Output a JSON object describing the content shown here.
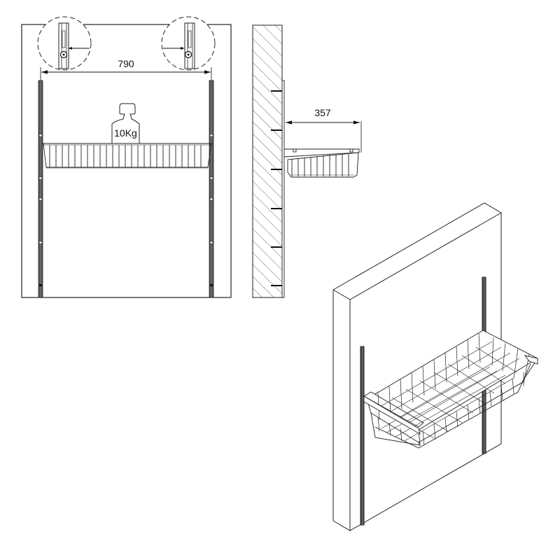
{
  "diagram": {
    "type": "technical-assembly-drawing",
    "views": {
      "front": {
        "name": "Front elevation",
        "dimension_width": "790",
        "load_label": "10Kg",
        "detail_callouts": 2
      },
      "side": {
        "name": "Side section",
        "dimension_depth": "357",
        "wall": "hatched section"
      },
      "isometric": {
        "name": "Isometric view",
        "components": [
          "wall panel",
          "vertical rails",
          "wire basket",
          "support brackets"
        ]
      }
    },
    "colors": {
      "line": "#111111",
      "rail": "#333333",
      "hatch": "#444444",
      "background": "#ffffff"
    }
  }
}
